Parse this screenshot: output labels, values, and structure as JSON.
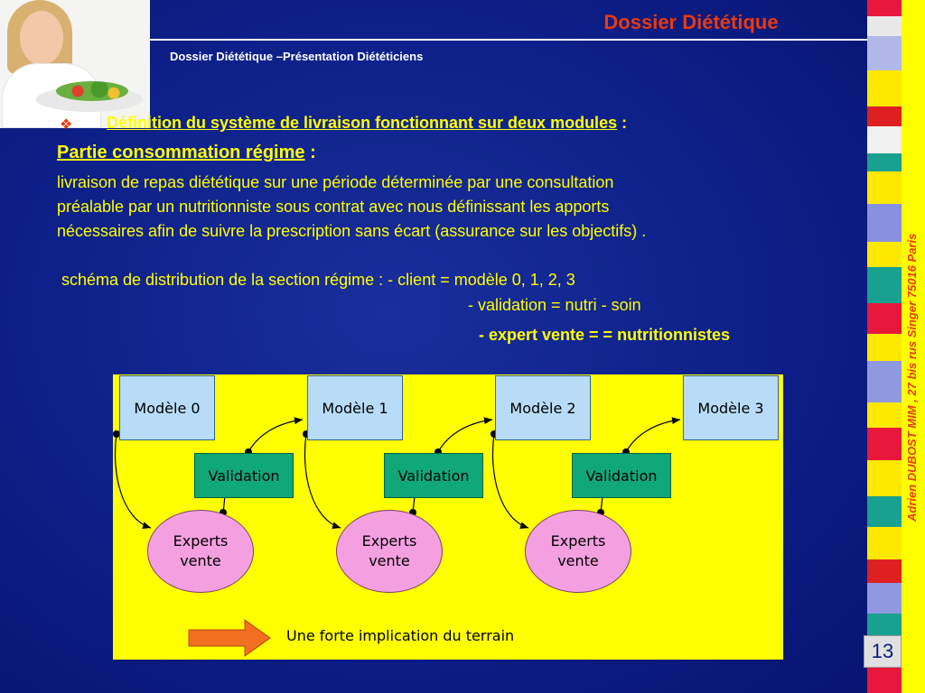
{
  "header": {
    "title": "Dossier Diététique",
    "subtitle": "Dossier Diététique –Présentation Diététiciens"
  },
  "content": {
    "bullet_glyph": "❖",
    "heading1": "Définition du système  de  livraison fonctionnant sur deux modules",
    "heading1_suffix": " :",
    "heading2": "Partie consommation régime",
    "heading2_suffix": " :",
    "paragraph_lines": [
      "livraison de repas diététique sur une période déterminée par une consultation",
      "préalable par un nutritionniste sous contrat avec nous définissant les apports",
      " nécessaires afin de suivre la prescription sans écart (assurance sur les objectifs) ."
    ],
    "schema_line1": "schéma de distribution de la section régime : - client  =  modèle 0, 1, 2, 3",
    "schema_line2": "- validation = nutri - soin",
    "schema_line3": "- expert vente = = nutritionnistes"
  },
  "diagram": {
    "models": [
      "Modèle 0",
      "Modèle 1",
      "Modèle 2",
      "Modèle 3"
    ],
    "validation_label": "Validation",
    "experts_line1": "Experts",
    "experts_line2": "vente",
    "footer_label": "Une forte implication du terrain"
  },
  "sidebar": {
    "vertical_text": "Adrien  DUBOST  MIM , 27 bis rus Singer  75016 Paris",
    "page_number": "13"
  },
  "colors": {
    "background": "#0a1b82",
    "title": "#e83a10",
    "text_yellow": "#ffff00",
    "diagram_bg": "#ffff00",
    "model_box": "#b8dcf8",
    "validation_box": "#10a878",
    "experts_ellipse": "#f4a0e0",
    "arrow": "#f07020"
  }
}
